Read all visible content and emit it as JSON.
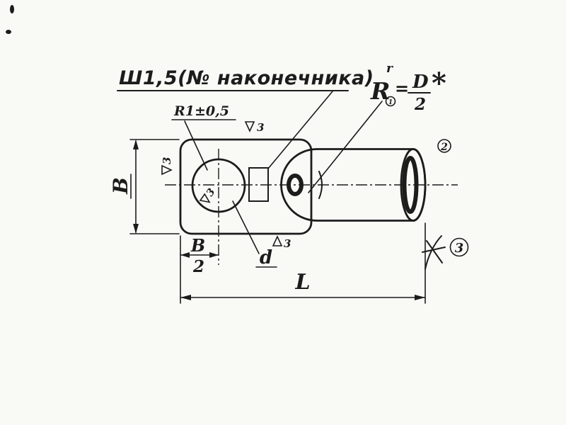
{
  "colors": {
    "ink": "#1c1c1c",
    "paper": "#f9f9f6"
  },
  "title": {
    "text": "Ш1,5(№ наконечника)"
  },
  "notes": {
    "radius_tolerance": "R1±0,5",
    "formula": {
      "r_mark": "r",
      "radius_symbol": "R",
      "index": "1",
      "equals": "=",
      "numerator": "D",
      "denominator": "2",
      "asterisk": "*"
    },
    "callout_2": "2",
    "callout_3": "3"
  },
  "dimensions": {
    "width_label": "B",
    "half_width_numerator": "B",
    "half_width_denominator": "2",
    "hole_label": "d",
    "length_label": "L"
  },
  "surface_finish": {
    "grade": "3"
  }
}
